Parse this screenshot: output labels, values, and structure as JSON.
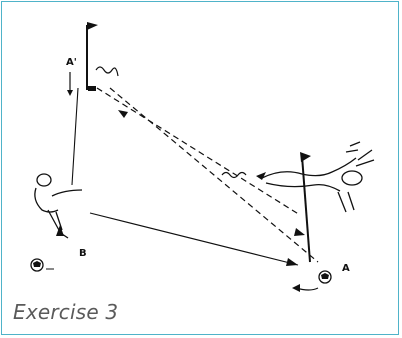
{
  "caption": "Exercise 3",
  "labels": {
    "point_a": "A",
    "point_a_prime": "A'",
    "point_b": "B"
  },
  "colors": {
    "frame_border": "#4fb3c9",
    "ink": "#111111",
    "caption": "#5a5a5a"
  }
}
